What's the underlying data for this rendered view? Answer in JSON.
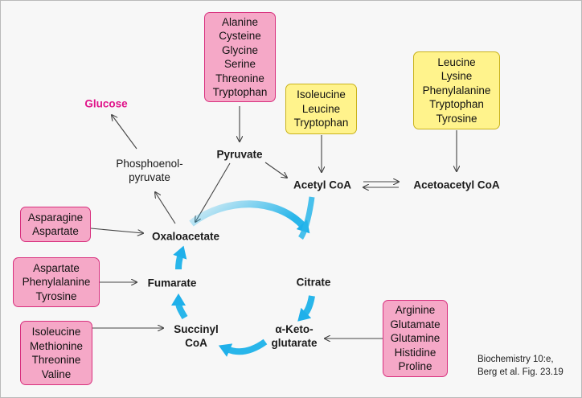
{
  "boxes": {
    "top_center": [
      "Alanine",
      "Cysteine",
      "Glycine",
      "Serine",
      "Threonine",
      "Tryptophan"
    ],
    "top_middle": [
      "Isoleucine",
      "Leucine",
      "Tryptophan"
    ],
    "top_right": [
      "Leucine",
      "Lysine",
      "Phenylalanine",
      "Tryptophan",
      "Tyrosine"
    ],
    "left_upper": [
      "Asparagine",
      "Aspartate"
    ],
    "left_middle": [
      "Aspartate",
      "Phenylalanine",
      "Tyrosine"
    ],
    "left_lower": [
      "Isoleucine",
      "Methionine",
      "Threonine",
      "Valine"
    ],
    "right_lower": [
      "Arginine",
      "Glutamate",
      "Glutamine",
      "Histidine",
      "Proline"
    ]
  },
  "metabolites": {
    "glucose": "Glucose",
    "pep_line1": "Phosphoenol-",
    "pep_line2": "pyruvate",
    "pyruvate": "Pyruvate",
    "acetyl_coa": "Acetyl CoA",
    "acetoacetyl_coa": "Acetoacetyl CoA",
    "oxaloacetate": "Oxaloacetate",
    "citrate": "Citrate",
    "fumarate": "Fumarate",
    "succinyl_line1": "Succinyl",
    "succinyl_line2": "CoA",
    "akg_line1": "α-Keto-",
    "akg_line2": "glutarate"
  },
  "reference": {
    "line1": "Biochemistry 10:e,",
    "line2": "Berg et al. Fig. 23.19"
  },
  "colors": {
    "glucogenic_box": "#f5a8c7",
    "ketogenic_box": "#fff38c",
    "cycle_arrow": "#29b6ea",
    "glucose_text": "#e0148a"
  }
}
